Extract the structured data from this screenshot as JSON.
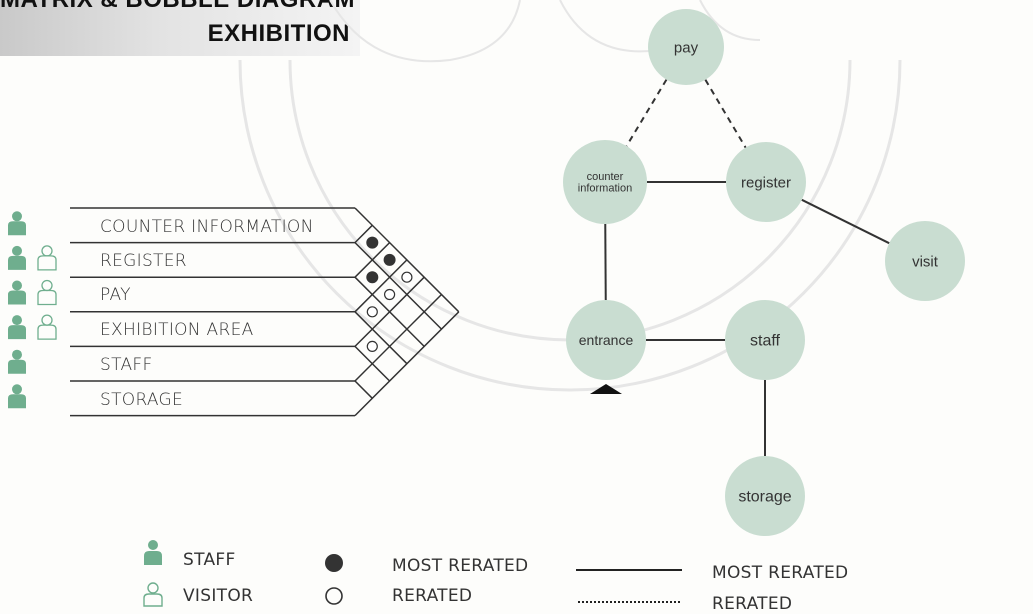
{
  "title": {
    "line1": "MATRIX & BOBBLE DIAGRAM",
    "line2": "EXHIBITION"
  },
  "matrix": {
    "rows": [
      {
        "label": "COUNTER INFORMATION",
        "user_icons": [
          "staff"
        ]
      },
      {
        "label": "REGISTER",
        "user_icons": [
          "staff",
          "visitor"
        ]
      },
      {
        "label": "PAY",
        "user_icons": [
          "staff",
          "visitor"
        ]
      },
      {
        "label": "EXHIBITION AREA",
        "user_icons": [
          "staff",
          "visitor"
        ]
      },
      {
        "label": "STAFF",
        "user_icons": [
          "staff"
        ]
      },
      {
        "label": "STORAGE",
        "user_icons": [
          "staff"
        ]
      }
    ],
    "relations": [
      {
        "a": 0,
        "b": 1,
        "level": "most"
      },
      {
        "a": 0,
        "b": 2,
        "level": "most"
      },
      {
        "a": 0,
        "b": 3,
        "level": "related"
      },
      {
        "a": 1,
        "b": 2,
        "level": "most"
      },
      {
        "a": 1,
        "b": 3,
        "level": "related"
      },
      {
        "a": 2,
        "b": 3,
        "level": "related"
      },
      {
        "a": 3,
        "b": 4,
        "level": "related"
      }
    ]
  },
  "bubbles": {
    "nodes": [
      {
        "id": "pay",
        "label": "pay"
      },
      {
        "id": "counter",
        "label": "counter information"
      },
      {
        "id": "register",
        "label": "register"
      },
      {
        "id": "visit",
        "label": "visit"
      },
      {
        "id": "entrance",
        "label": "entrance"
      },
      {
        "id": "staff",
        "label": "staff"
      },
      {
        "id": "storage",
        "label": "storage"
      }
    ],
    "links": [
      {
        "from": "pay",
        "to": "counter",
        "style": "dashed"
      },
      {
        "from": "pay",
        "to": "register",
        "style": "dashed"
      },
      {
        "from": "counter",
        "to": "register",
        "style": "solid"
      },
      {
        "from": "register",
        "to": "visit",
        "style": "solid"
      },
      {
        "from": "counter",
        "to": "entrance",
        "style": "solid"
      },
      {
        "from": "entrance",
        "to": "staff",
        "style": "solid"
      },
      {
        "from": "staff",
        "to": "storage",
        "style": "solid"
      }
    ],
    "entrance_marker": "entrance-triangle-icon"
  },
  "legend": {
    "staff": "STAFF",
    "visitor": "VISITOR",
    "most_related_dot": "MOST RERATED",
    "related_dot": "RERATED",
    "most_related_line": "MOST RERATED",
    "related_line": "RERATED"
  },
  "colors": {
    "bubble": "#c9ddd1",
    "staff_icon": "#6fae8e",
    "line": "#333333"
  }
}
